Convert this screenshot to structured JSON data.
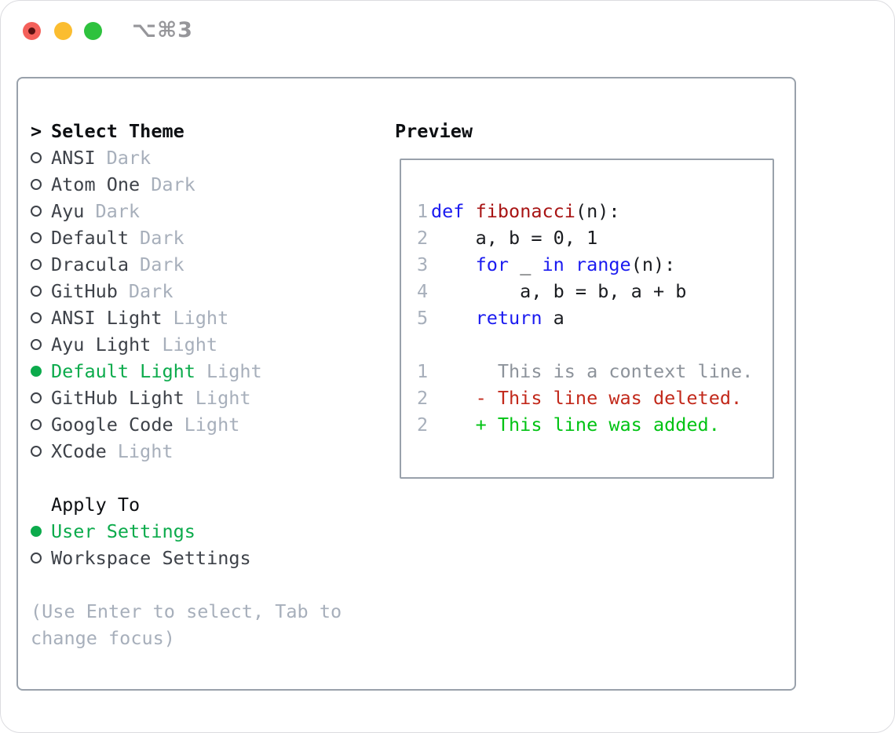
{
  "window": {
    "shortcut_label": "⌥⌘3"
  },
  "colors": {
    "accent_green": "#0cab4c",
    "added_green": "#00c313",
    "deleted_red": "#c2291b",
    "context_gray": "#8d939b",
    "muted_gray": "#a7afbb",
    "keyword_blue": "#1b1bf0",
    "function_red": "#a81414",
    "code_text": "#1a1c20",
    "list_text": "#3e4249",
    "heading_text": "#0d0f12",
    "panel_border": "#99a1ab",
    "traffic_red": "#f4605a",
    "traffic_red_dot": "#591111",
    "traffic_yellow": "#fbbd30",
    "traffic_green": "#2ec23e",
    "shortcut_gray": "#96969a"
  },
  "theme_picker": {
    "cursor": ">",
    "title": "Select Theme",
    "items": [
      {
        "name": "ANSI",
        "tag": "Dark",
        "selected": false
      },
      {
        "name": "Atom One",
        "tag": "Dark",
        "selected": false
      },
      {
        "name": "Ayu",
        "tag": "Dark",
        "selected": false
      },
      {
        "name": "Default",
        "tag": "Dark",
        "selected": false
      },
      {
        "name": "Dracula",
        "tag": "Dark",
        "selected": false
      },
      {
        "name": "GitHub",
        "tag": "Dark",
        "selected": false
      },
      {
        "name": "ANSI Light",
        "tag": "Light",
        "selected": false
      },
      {
        "name": "Ayu Light",
        "tag": "Light",
        "selected": false
      },
      {
        "name": "Default Light",
        "tag": "Light",
        "selected": true
      },
      {
        "name": "GitHub Light",
        "tag": "Light",
        "selected": false
      },
      {
        "name": "Google Code",
        "tag": "Light",
        "selected": false
      },
      {
        "name": "XCode",
        "tag": "Light",
        "selected": false
      }
    ],
    "apply_to": {
      "title": "Apply To",
      "options": [
        {
          "name": "User Settings",
          "selected": true
        },
        {
          "name": "Workspace Settings",
          "selected": false
        }
      ]
    },
    "hint": "(Use Enter to select, Tab to change focus)"
  },
  "preview": {
    "title": "Preview",
    "lines": [
      {
        "num": "1",
        "tokens": [
          [
            "def",
            "kw"
          ],
          [
            " ",
            "pl"
          ],
          [
            "fibonacci",
            "fn"
          ],
          [
            "(n):",
            "pl"
          ]
        ]
      },
      {
        "num": "2",
        "tokens": [
          [
            "    a, b = 0, 1",
            "pl"
          ]
        ]
      },
      {
        "num": "3",
        "tokens": [
          [
            "    ",
            "pl"
          ],
          [
            "for",
            "kw"
          ],
          [
            " _ ",
            "pl"
          ],
          [
            "in",
            "kw"
          ],
          [
            " ",
            "pl"
          ],
          [
            "range",
            "kw"
          ],
          [
            "(n):",
            "pl"
          ]
        ]
      },
      {
        "num": "4",
        "tokens": [
          [
            "        a, b = b, a + b",
            "pl"
          ]
        ]
      },
      {
        "num": "5",
        "tokens": [
          [
            "    ",
            "pl"
          ],
          [
            "return",
            "kw"
          ],
          [
            " a",
            "pl"
          ]
        ]
      },
      {
        "num": "",
        "tokens": []
      },
      {
        "num": "1",
        "tokens": [
          [
            "      This is a context line.",
            "ctx"
          ]
        ]
      },
      {
        "num": "2",
        "tokens": [
          [
            "    - This line was deleted.",
            "del"
          ]
        ]
      },
      {
        "num": "2",
        "tokens": [
          [
            "    + This line was added.",
            "add"
          ]
        ]
      }
    ]
  }
}
